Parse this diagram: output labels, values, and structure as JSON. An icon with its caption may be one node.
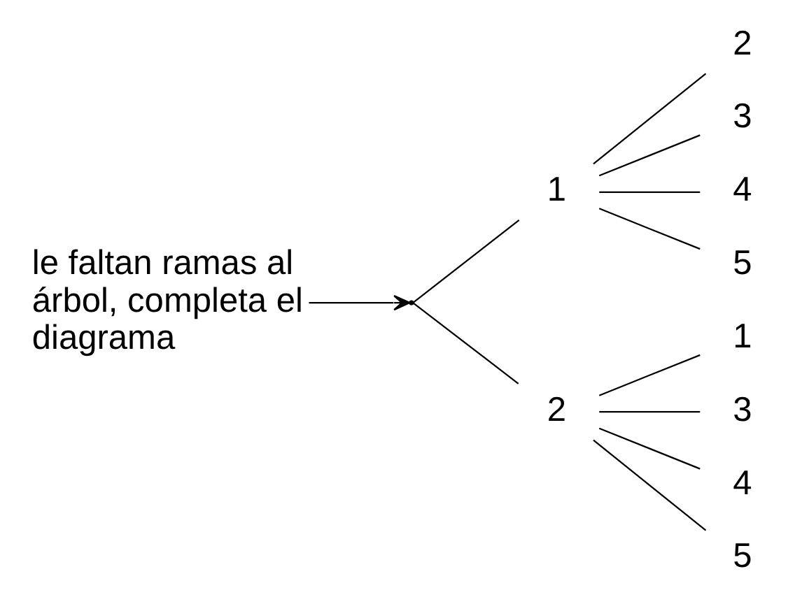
{
  "diagram": {
    "nodes": [
      {
        "text": [
          "le faltan ramas al árbol, completa el diagrama"
        ]
      },
      {
        "text": [],
        "shape": "point"
      },
      {
        "text": [
          "1"
        ]
      },
      {
        "text": [
          "2"
        ]
      },
      {
        "text": [
          "3"
        ]
      },
      {
        "text": [
          "4"
        ]
      },
      {
        "text": [
          "5"
        ]
      },
      {
        "text": [
          "2"
        ]
      },
      {
        "text": [
          "1"
        ]
      },
      {
        "text": [
          "3"
        ]
      },
      {
        "text": [
          "4"
        ]
      },
      {
        "text": [
          "5"
        ]
      }
    ],
    "edges": [
      {
        "from": 0,
        "to": 1,
        "arrow": "to"
      },
      {
        "from": 1,
        "to": 2,
        "arrow": "none"
      },
      {
        "from": 1,
        "to": 7,
        "arrow": "none"
      },
      {
        "from": 2,
        "to": 3,
        "arrow": "none"
      },
      {
        "from": 2,
        "to": 4,
        "arrow": "none"
      },
      {
        "from": 2,
        "to": 5,
        "arrow": "none"
      },
      {
        "from": 2,
        "to": 6,
        "arrow": "none"
      },
      {
        "from": 7,
        "to": 8,
        "arrow": "none"
      },
      {
        "from": 7,
        "to": 9,
        "arrow": "none"
      },
      {
        "from": 7,
        "to": 10,
        "arrow": "none"
      },
      {
        "from": 7,
        "to": 11,
        "arrow": "none"
      }
    ]
  }
}
